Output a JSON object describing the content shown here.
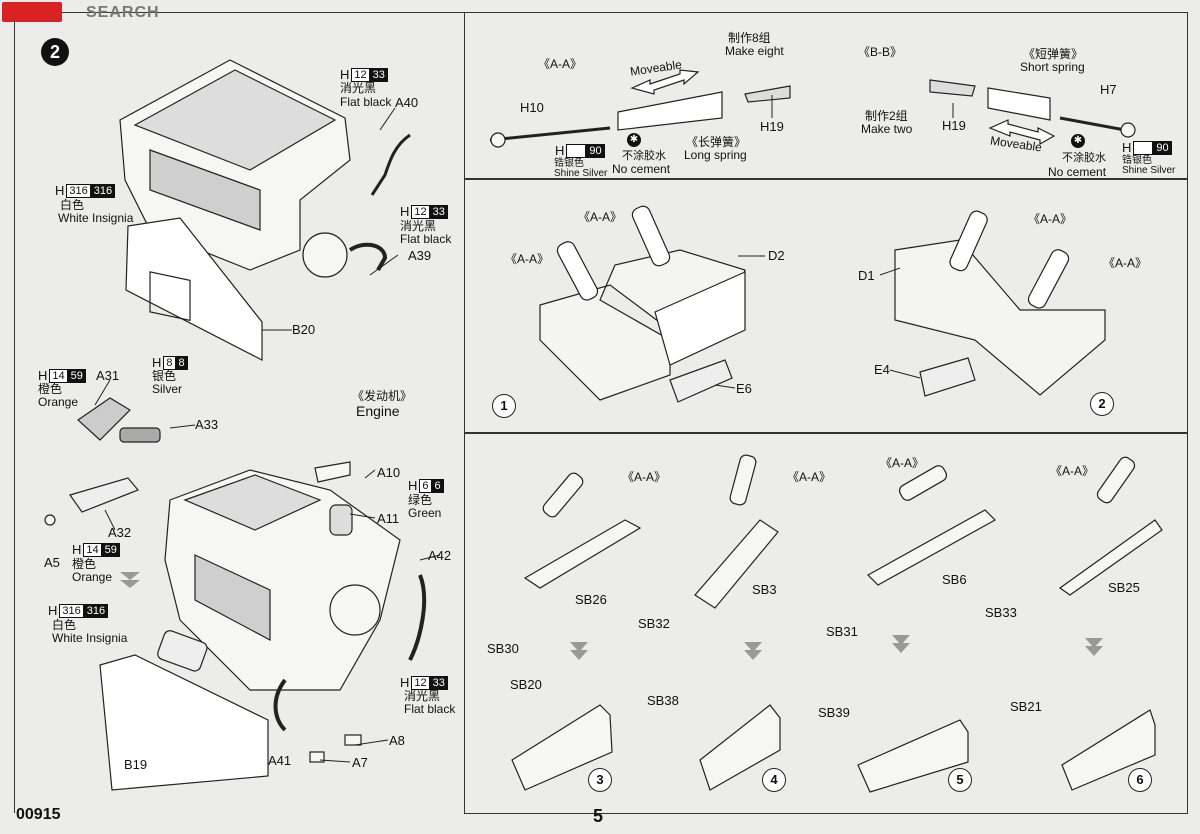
{
  "watermark": {
    "logo": "SEARCH"
  },
  "step_number": "2",
  "footer": {
    "left": "00915",
    "page": "5"
  },
  "engine": {
    "title_cn": "《发动机》",
    "title_en": "Engine",
    "flat_black": {
      "h": "H",
      "b1": "12",
      "b2": "33",
      "cn": "消光黑",
      "en": "Flat black"
    },
    "white_insignia": {
      "h": "H",
      "b1": "316",
      "b2": "316",
      "cn": "白色",
      "en": "White Insignia"
    },
    "orange": {
      "h": "H",
      "b1": "14",
      "b2": "59",
      "cn": "橙色",
      "en": "Orange"
    },
    "silver": {
      "h": "H",
      "b1": "8",
      "b2": "8",
      "cn": "银色",
      "en": "Silver"
    },
    "green": {
      "h": "H",
      "b1": "6",
      "b2": "6",
      "cn": "绿色",
      "en": "Green"
    },
    "parts": [
      "A40",
      "A39",
      "B20",
      "A31",
      "A33",
      "A32",
      "A5",
      "A10",
      "A11",
      "A42",
      "B19",
      "A41",
      "A8",
      "A7"
    ]
  },
  "springs": {
    "aa": "《A-A》",
    "bb": "《B-B》",
    "moveable": "Moveable",
    "make_eight_cn": "制作8组",
    "make_eight_en": "Make eight",
    "make_two_cn": "制作2组",
    "make_two_en": "Make two",
    "long_cn": "《长弹簧》",
    "long_en": "Long spring",
    "short_cn": "《短弹簧》",
    "short_en": "Short spring",
    "no_cement_cn": "不涂胶水",
    "no_cement_en": "No cement",
    "shine": {
      "h": "H",
      "b1": "",
      "b2": "90",
      "cn": "锆银色",
      "en": "Shine Silver"
    },
    "parts": [
      "H10",
      "H19",
      "H19",
      "H7"
    ]
  },
  "mid": {
    "parts": [
      "D2",
      "E6",
      "D1",
      "E4"
    ],
    "steps": [
      "1",
      "2"
    ]
  },
  "bottom": {
    "parts": [
      "SB26",
      "SB30",
      "SB3",
      "SB32",
      "SB6",
      "SB31",
      "SB25",
      "SB33",
      "SB20",
      "SB38",
      "SB39",
      "SB21"
    ],
    "steps": [
      "3",
      "4",
      "5",
      "6"
    ]
  }
}
